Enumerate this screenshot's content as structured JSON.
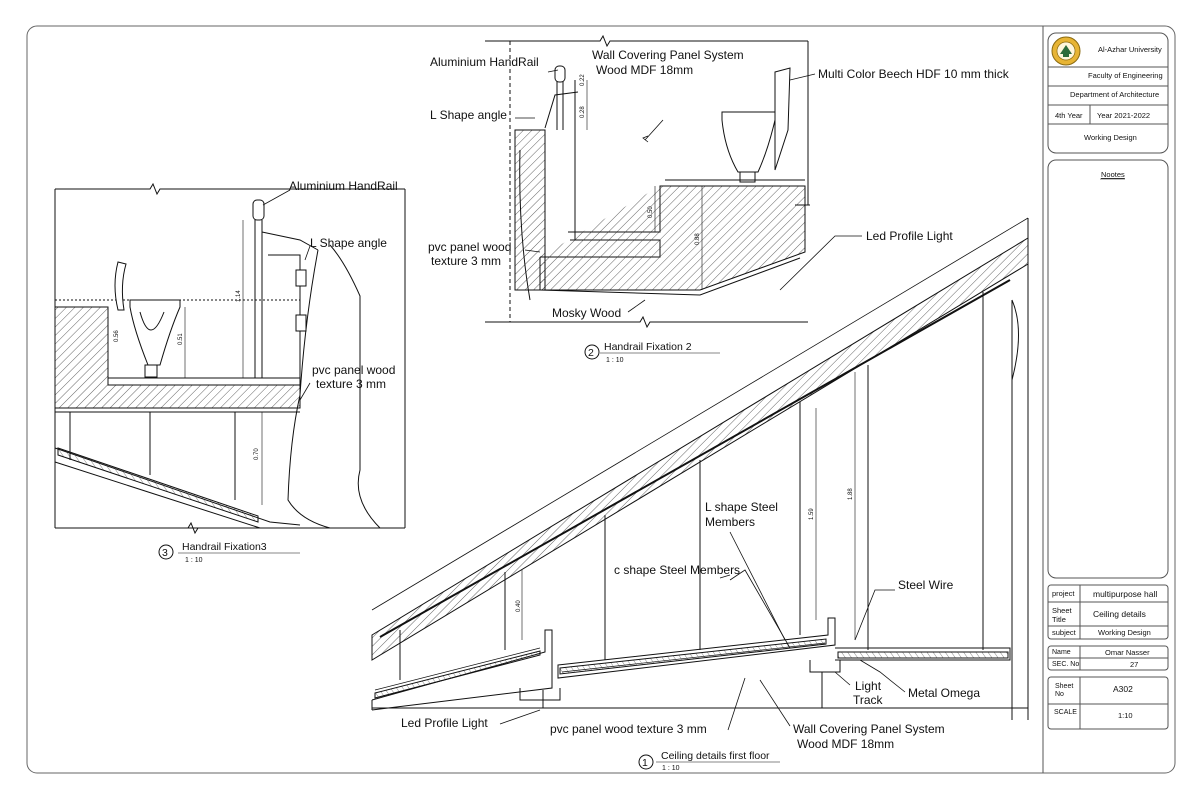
{
  "titleblock": {
    "university": "Al-Azhar University",
    "faculty": "Faculty of Engineering",
    "department": "Department of Architecture",
    "year_level": "4th Year",
    "academic_year": "Year 2021-2022",
    "course": "Working Design",
    "notes_heading": "Nootes",
    "project_label": "project",
    "project_value": "multipurpose hall",
    "sheet_title_label_1": "Sheet",
    "sheet_title_label_2": "Title",
    "sheet_title_value": "Ceiling details",
    "subject_label": "subject",
    "subject_value": "Working Design",
    "name_label": "Name",
    "name_value": "Omar Nasser",
    "sec_label": "SEC. No",
    "sec_value": "27",
    "sheet_no_label_1": "Sheet",
    "sheet_no_label_2": "No",
    "sheet_no_value": "A302",
    "scale_label": "SCALE",
    "scale_value": "1:10"
  },
  "detail3": {
    "number": "3",
    "title": "Handrail Fixation3",
    "scale": "1 : 10",
    "labels": {
      "handrail": "Aluminium HandRail",
      "angle": "L Shape angle",
      "pvc_1": "pvc panel wood",
      "pvc_2": "texture 3 mm"
    },
    "dims": {
      "d1": "1.14",
      "d2": "0.56",
      "d3": "0.51",
      "d4": "0.70"
    }
  },
  "detail2": {
    "number": "2",
    "title": "Handrail Fixation 2",
    "scale": "1 : 10",
    "labels": {
      "handrail": "Aluminium HandRail",
      "wall_1": "Wall Covering Panel System",
      "wall_2": "Wood MDF 18mm",
      "beech": "Multi Color Beech HDF 10 mm thick",
      "angle": "L Shape angle",
      "pvc_1": "pvc panel wood",
      "pvc_2": "texture 3 mm",
      "led": "Led Profile Light",
      "mosky": "Mosky Wood"
    },
    "dims": {
      "d1": "0.22",
      "d2": "0.28",
      "d3": "0.50",
      "d4": "0.88"
    }
  },
  "detail1": {
    "number": "1",
    "title": "Ceiling details first floor",
    "scale": "1 : 10",
    "labels": {
      "lshape_1": "L shape Steel",
      "lshape_2": "Members",
      "cshape": "c shape Steel Members",
      "wire": "Steel Wire",
      "track_1": "Light",
      "track_2": "Track",
      "omega": "Metal Omega",
      "led": "Led Profile Light",
      "pvc": "pvc panel wood  texture 3 mm",
      "wall_1": "Wall Covering Panel System",
      "wall_2": "Wood MDF 18mm"
    },
    "dims": {
      "d1": "0.40",
      "d2": "1.59",
      "d3": "1.88"
    }
  },
  "colors": {
    "line": "#111111",
    "frame": "#555555",
    "logo_gold": "#d9a21a"
  }
}
